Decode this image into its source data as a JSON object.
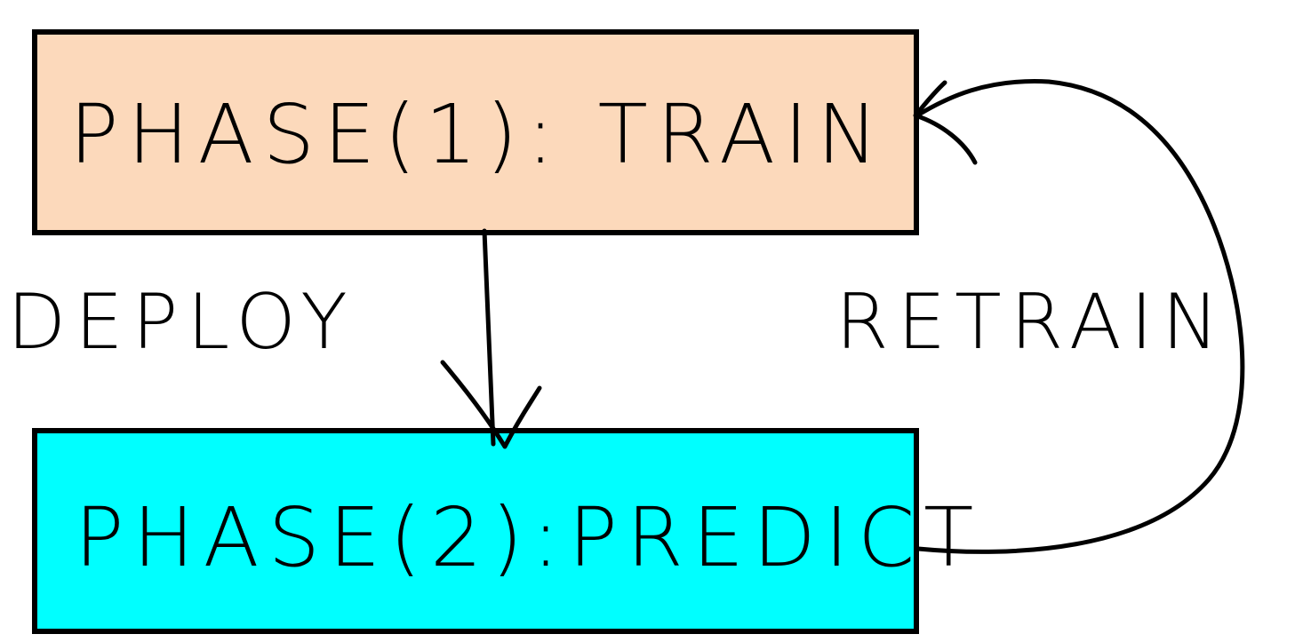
{
  "nodes": {
    "train": {
      "label": "PHASE(1): TRAIN",
      "fill": "#fcd9bb"
    },
    "predict": {
      "label": "PHASE(2):PREDICT",
      "fill": "#00ffff"
    }
  },
  "edges": {
    "deploy": {
      "label": "DEPLOY"
    },
    "retrain": {
      "label": "RETRAIN"
    }
  }
}
